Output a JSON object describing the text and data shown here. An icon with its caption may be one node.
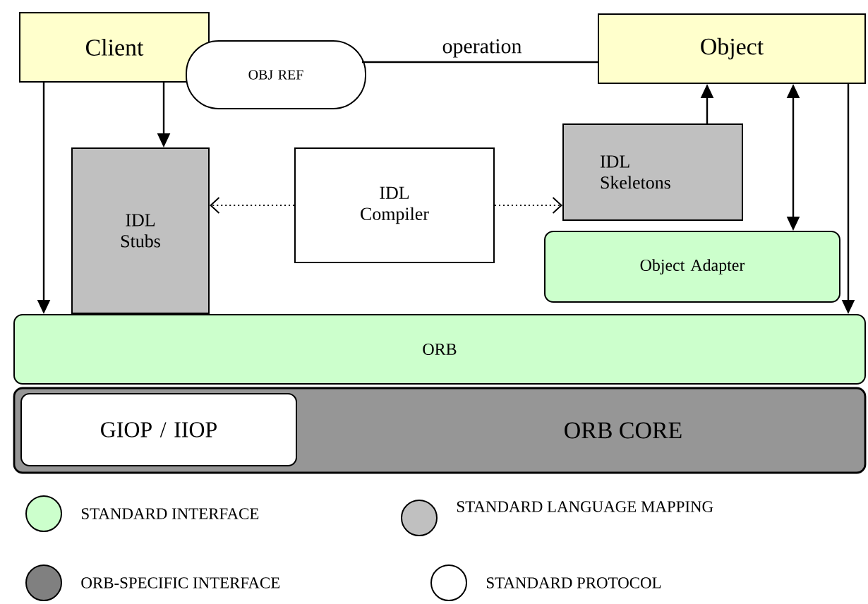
{
  "diagram": {
    "nodes": [
      {
        "text": [
          "Client"
        ]
      },
      {
        "text": [
          "OBJ REF"
        ]
      },
      {
        "text": [
          "Object"
        ]
      },
      {
        "text": [
          "IDL Stubs"
        ]
      },
      {
        "text": [
          "IDL Compiler"
        ]
      },
      {
        "text": [
          "IDL Skeletons"
        ]
      },
      {
        "text": [
          "Object Adapter"
        ]
      },
      {
        "text": [
          "ORB"
        ]
      },
      {
        "text": [
          "ORB CORE"
        ]
      },
      {
        "text": [
          "GIOP / IIOP"
        ],
        "in": 8
      }
    ],
    "edges": [
      {
        "from": 0,
        "to": 3,
        "arrow": "to"
      },
      {
        "from": 0,
        "to": 7,
        "arrow": "to"
      },
      {
        "from": 4,
        "to": 3,
        "arrow": "to",
        "style": "dashed"
      },
      {
        "from": 4,
        "to": 5,
        "arrow": "to",
        "style": "dashed"
      },
      {
        "from": 5,
        "to": 2,
        "arrow": "to"
      },
      {
        "from": 2,
        "to": 6,
        "arrow": "both"
      },
      {
        "from": 2,
        "to": 7,
        "arrow": "to"
      },
      {
        "from": 1,
        "to": 2,
        "arrow": "none",
        "label": "operation"
      }
    ],
    "legend": [
      {
        "text": "STANDARD INTERFACE",
        "color": "#ccffcc"
      },
      {
        "text": "STANDARD LANGUAGE MAPPING",
        "color": "#c0c0c0"
      },
      {
        "text": "ORB-SPECIFIC INTERFACE",
        "color": "#808080"
      },
      {
        "text": "STANDARD PROTOCOL"
      }
    ]
  }
}
